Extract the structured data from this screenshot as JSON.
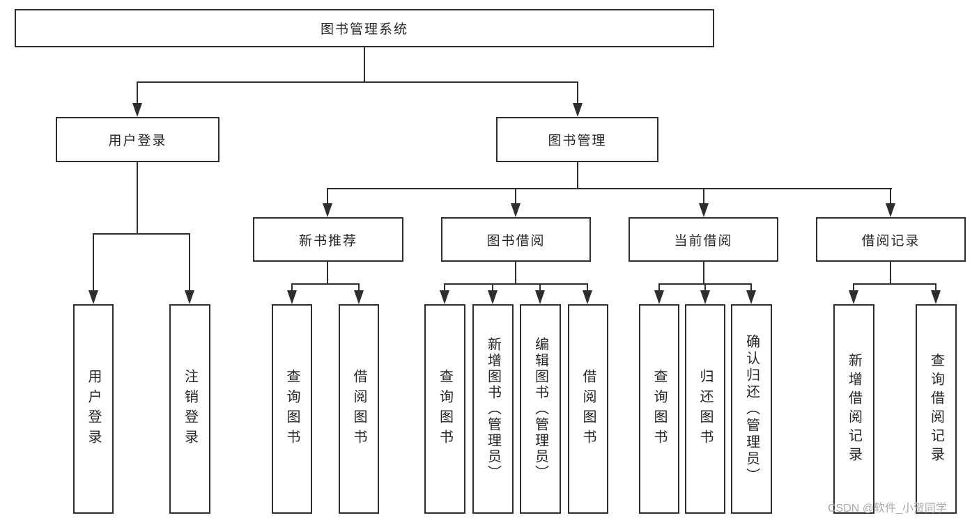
{
  "watermark": "CSDN @软件_小贺同学",
  "colors": {
    "background": "#ffffff",
    "line": "#2e2e2e",
    "text": "#262626",
    "watermark": "#a8a8a8"
  },
  "diagram_type": "functional-structure-tree",
  "tree": {
    "label": "图书管理系统",
    "children": [
      {
        "label": "用户登录",
        "children": [
          {
            "label": "用户登录"
          },
          {
            "label": "注销登录"
          }
        ]
      },
      {
        "label": "图书管理",
        "children": [
          {
            "label": "新书推荐",
            "children": [
              {
                "label": "查询图书"
              },
              {
                "label": "借阅图书"
              }
            ]
          },
          {
            "label": "图书借阅",
            "children": [
              {
                "label": "查询图书"
              },
              {
                "label": "新增图书（管理员）"
              },
              {
                "label": "编辑图书（管理员）"
              },
              {
                "label": "借阅图书"
              }
            ]
          },
          {
            "label": "当前借阅",
            "children": [
              {
                "label": "查询图书"
              },
              {
                "label": "归还图书"
              },
              {
                "label": "确认归还（管理员）"
              }
            ]
          },
          {
            "label": "借阅记录",
            "children": [
              {
                "label": "新增借阅记录"
              },
              {
                "label": "查询借阅记录"
              }
            ]
          }
        ]
      }
    ]
  }
}
